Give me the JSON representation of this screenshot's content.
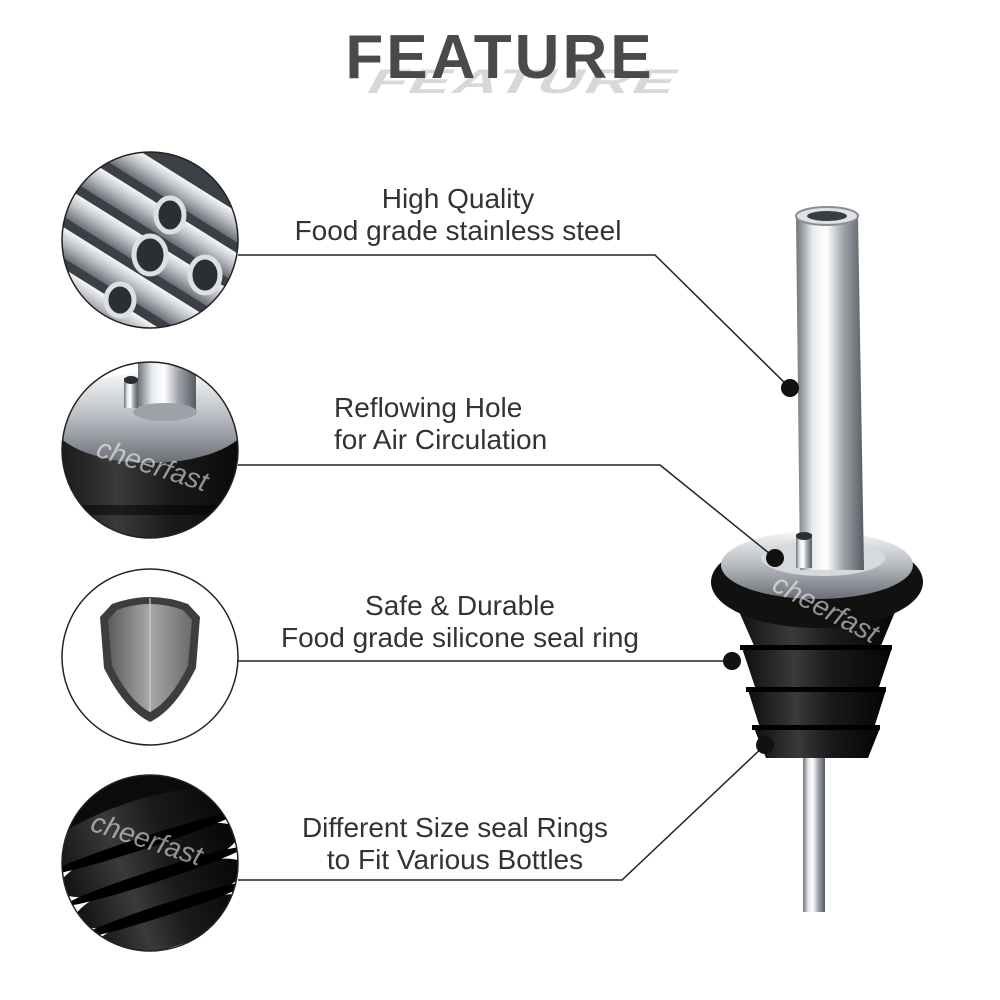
{
  "title": "FEATURE",
  "watermark": "cheerfast",
  "features": [
    {
      "line1": "High Quality",
      "line2": "Food grade stainless steel",
      "icon": "steel-tubes-icon"
    },
    {
      "line1": "Reflowing Hole",
      "line2": "for Air Circulation",
      "icon": "reflow-hole-icon"
    },
    {
      "line1": "Safe & Durable",
      "line2": "Food grade silicone seal ring",
      "icon": "shield-icon"
    },
    {
      "line1": "Different Size seal Rings",
      "line2": "to Fit Various Bottles",
      "icon": "seal-rings-icon"
    }
  ],
  "colors": {
    "title": "#4a4a4a",
    "text": "#333333",
    "line": "#222222",
    "silicone": "#1c1c1c",
    "steel": "#c9ccd1"
  }
}
